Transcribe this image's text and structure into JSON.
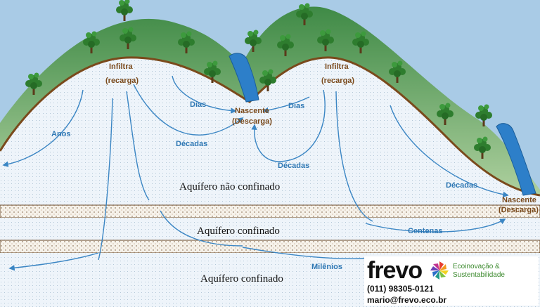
{
  "labels": {
    "infiltra_1": "Infiltra",
    "recarga_1": "(recarga)",
    "infiltra_2": "Infiltra",
    "recarga_2": "(recarga)",
    "nascente_1": "Nascente",
    "descarga_1": "(Descarga)",
    "nascente_2": "Nascente",
    "descarga_2": "(Descarga)",
    "anos": "Anos",
    "dias_1": "Dias",
    "dias_2": "Dias",
    "decadas_1": "Décadas",
    "decadas_2": "Décadas",
    "decadas_3": "Décadas",
    "centenas": "Centenas",
    "milenios": "Milênios",
    "aquifer_unconfined": "Aquífero não confinado",
    "aquifer_confined_1": "Aquífero  confinado",
    "aquifer_confined_2": "Aquífero  confinado"
  },
  "brand": {
    "logo": "frevo",
    "tagline": "Ecoinovação & Sustentabilidade",
    "phone": "(011) 98305-0121",
    "email": "mario@frevo.eco.br"
  },
  "colors": {
    "sky": "#a9cbe6",
    "hill": "#5f9e5a",
    "soil_line": "#7a4a1c",
    "aquifer": "#eef4fa",
    "stream": "#2d7fc9",
    "flow_arrow": "#3b86c4"
  }
}
